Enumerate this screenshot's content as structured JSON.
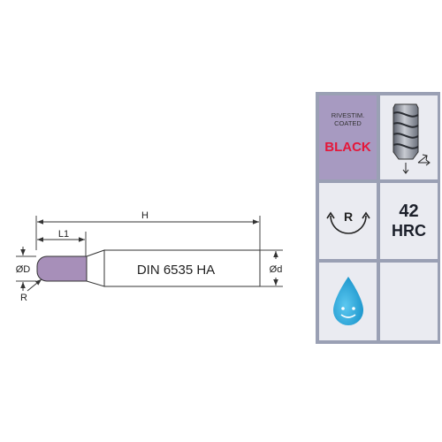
{
  "drawing": {
    "dim_H": "H",
    "dim_L1": "L1",
    "dim_D": "ØD",
    "dim_R": "R",
    "dim_d": "Ød",
    "shank_text": "DIN 6535 HA"
  },
  "specs": {
    "coating_label_line1": "RIVESTIM.",
    "coating_label_line2": "COATED",
    "coating_color": "BLACK",
    "radius_label": "R",
    "hardness_value": "42",
    "hardness_unit": "HRC"
  },
  "colors": {
    "panel_border": "#9aa0b4",
    "cell_bg": "#eaebf1",
    "coating_bg": "#a79ac1",
    "coating_text": "#e5173a",
    "coated_tip": "#a78fb9",
    "drop": "#1fa7dc"
  },
  "icons": {
    "flute": "helical-flute-icon",
    "radius": "corner-radius-icon",
    "coolant": "coolant-drop-icon"
  }
}
